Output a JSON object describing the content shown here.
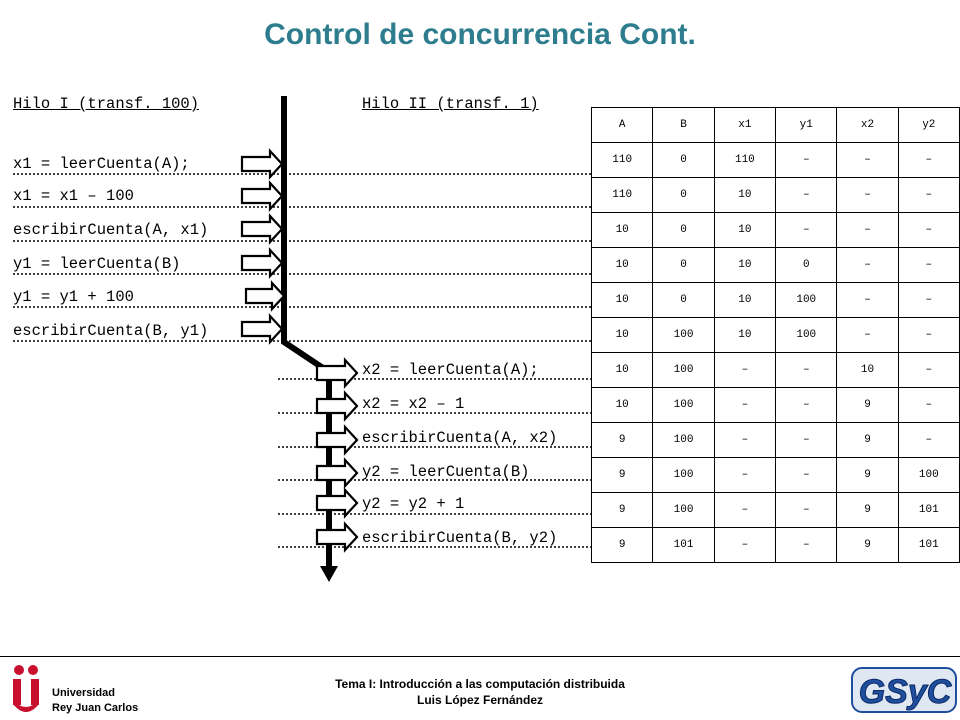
{
  "title": "Control de concurrencia Cont.",
  "thread1": {
    "header": "Hilo I (transf. 100)",
    "lines": [
      "x1 = leerCuenta(A);",
      "x1 = x1 – 100",
      "escribirCuenta(A, x1)",
      "y1 = leerCuenta(B)",
      "y1 = y1 + 100",
      "escribirCuenta(B, y1)"
    ]
  },
  "thread2": {
    "header": "Hilo II (transf. 1)",
    "lines": [
      "x2 = leerCuenta(A);",
      "x2 = x2 – 1",
      "escribirCuenta(A, x2)",
      "y2 = leerCuenta(B)",
      "y2 = y2 + 1",
      "escribirCuenta(B, y2)"
    ]
  },
  "table": {
    "headers": [
      "A",
      "B",
      "x1",
      "y1",
      "x2",
      "y2"
    ],
    "rows": [
      [
        "110",
        "0",
        "110",
        "–",
        "–",
        "–"
      ],
      [
        "110",
        "0",
        "10",
        "–",
        "–",
        "–"
      ],
      [
        "10",
        "0",
        "10",
        "–",
        "–",
        "–"
      ],
      [
        "10",
        "0",
        "10",
        "0",
        "–",
        "–"
      ],
      [
        "10",
        "0",
        "10",
        "100",
        "–",
        "–"
      ],
      [
        "10",
        "100",
        "10",
        "100",
        "–",
        "–"
      ],
      [
        "10",
        "100",
        "–",
        "–",
        "10",
        "–"
      ],
      [
        "10",
        "100",
        "–",
        "–",
        "9",
        "–"
      ],
      [
        "9",
        "100",
        "–",
        "–",
        "9",
        "–"
      ],
      [
        "9",
        "100",
        "–",
        "–",
        "9",
        "100"
      ],
      [
        "9",
        "100",
        "–",
        "–",
        "9",
        "101"
      ],
      [
        "9",
        "101",
        "–",
        "–",
        "9",
        "101"
      ]
    ]
  },
  "footer": {
    "line1": "Tema I: Introducción a las computación distribuida",
    "line2": "Luis López Fernández"
  },
  "logos": {
    "university_line1": "Universidad",
    "university_line2": "Rey Juan Carlos",
    "gsyc": "GSyC"
  },
  "colors": {
    "title": "#2e7d8e",
    "urjc_red": "#c8102e",
    "gsyc_blue": "#1f4e9c"
  }
}
